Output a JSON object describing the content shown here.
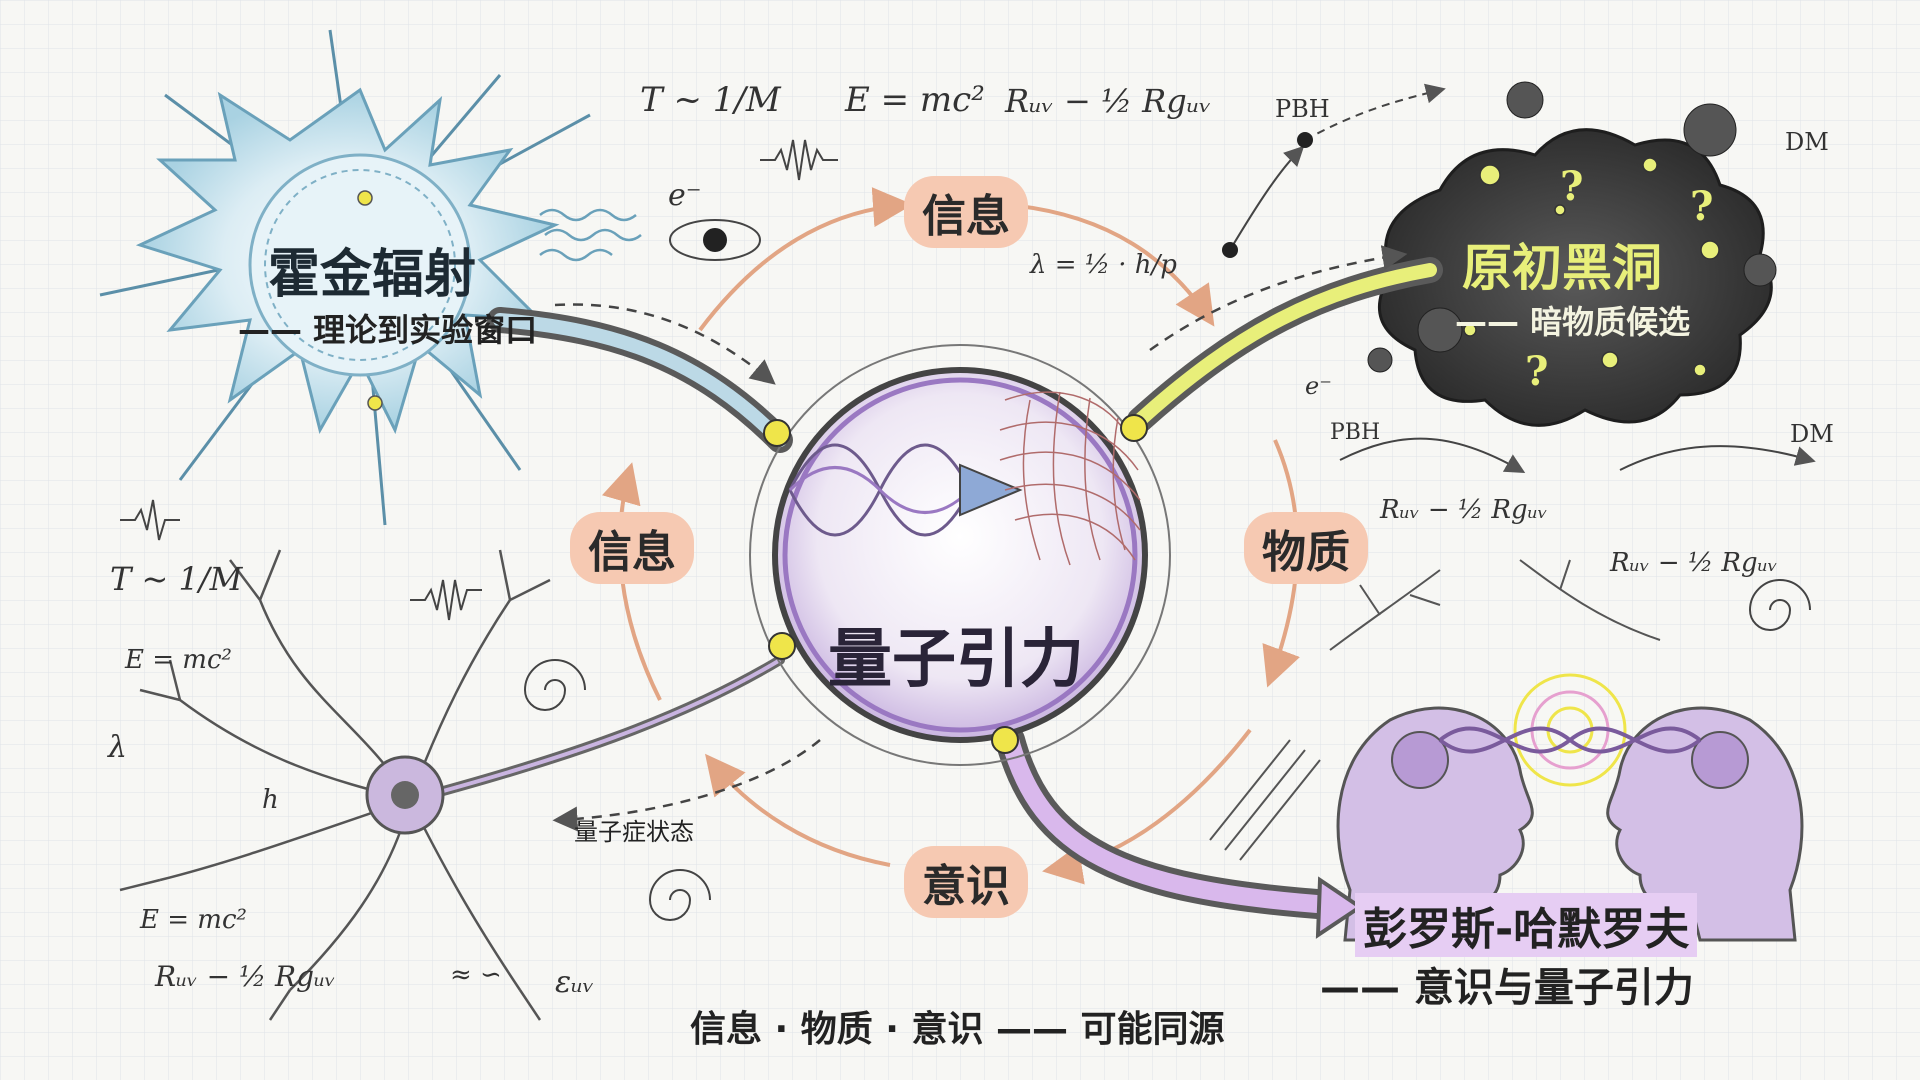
{
  "center": {
    "title": "量子引力"
  },
  "cycle": {
    "top": "信息",
    "left": "信息",
    "right": "物质",
    "bottom": "意识"
  },
  "nodes": {
    "hawking": {
      "title": "霍金辐射",
      "subtitle": "—— 理论到实验窗口"
    },
    "pbh": {
      "title": "原初黑洞",
      "subtitle": "—— 暗物质候选"
    },
    "penrose": {
      "title": "彭罗斯-哈默罗夫",
      "subtitle": "—— 意识与量子引力"
    }
  },
  "annotations": {
    "quantum_state": "量子症状态",
    "bottom_caption": "信息 · 物质 · 意识 —— 可能同源"
  },
  "formulas": {
    "t_top": "T ~ 1/M",
    "emc_top": "E = mc²",
    "einstein_top": "Rᵤᵥ − ½ Rgᵤᵥ",
    "electron_top": "e⁻",
    "debroglie": "λ = ½ · h/p",
    "pbh_top": "PBH",
    "dm_top": "DM",
    "t_left": "T ~ 1/M",
    "emc_left": "E = mc²",
    "lambda_left": "λ",
    "h_left": "h",
    "emc_bottom": "E = mc²",
    "einstein_bottom": "Rᵤᵥ − ½ Rgᵤᵥ",
    "approx_bottom": "≈ ∽",
    "epsilon_bottom": "εᵤᵥ",
    "electron_right": "e⁻",
    "pbh_right": "PBH",
    "dm_right": "DM",
    "einstein_right1": "Rᵤᵥ − ½ Rgᵤᵥ",
    "einstein_right2": "Rᵤᵥ − ½ Rgᵤᵥ"
  },
  "colors": {
    "hawking_fill": "#cfe6ef",
    "pbh_fill": "#3a3a3a",
    "pbh_highlight": "#e8ef7a",
    "center_fill": "#e9dff0",
    "center_rim": "#9a78c2",
    "pill_fill": "#f6c9b2",
    "cycle_arrow": "#e2a584",
    "penrose_highlight": "#d9b8ec",
    "node_dot": "#efe54a"
  }
}
